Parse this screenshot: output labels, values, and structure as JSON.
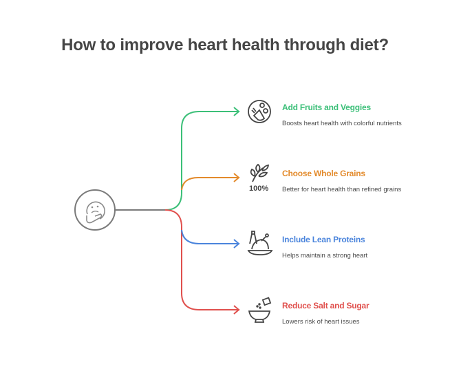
{
  "title": "How to improve heart health through diet?",
  "center": {
    "icon": "thinking-face-icon",
    "color": "#7a7a7a"
  },
  "items": [
    {
      "title": "Add Fruits and Veggies",
      "description": "Boosts heart health with colorful nutrients",
      "color": "#3bbf78",
      "icon": "fruits-veggies-icon"
    },
    {
      "title": "Choose Whole Grains",
      "description": "Better for heart health than refined grains",
      "color": "#e38a2b",
      "icon": "whole-grain-100-icon",
      "icon_text": "100%"
    },
    {
      "title": "Include Lean Proteins",
      "description": "Helps maintain a strong heart",
      "color": "#4a84dc",
      "icon": "lean-protein-chicken-icon"
    },
    {
      "title": "Reduce Salt and Sugar",
      "description": "Lowers risk of heart issues",
      "color": "#e0504d",
      "icon": "salt-bowl-icon"
    }
  ]
}
